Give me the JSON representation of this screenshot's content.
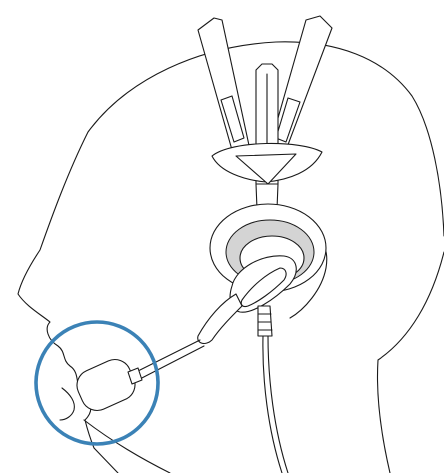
{
  "figure": {
    "kind": "line-art illustration",
    "subject_icon": "headset-on-head-icon",
    "highlight": {
      "target": "microphone",
      "shape": "circle",
      "color": "#3b82b6"
    },
    "colors": {
      "outline": "#1a1a1a",
      "fill": "#ffffff",
      "shade": "#d4d4d4",
      "accent": "#3b82b6"
    }
  }
}
